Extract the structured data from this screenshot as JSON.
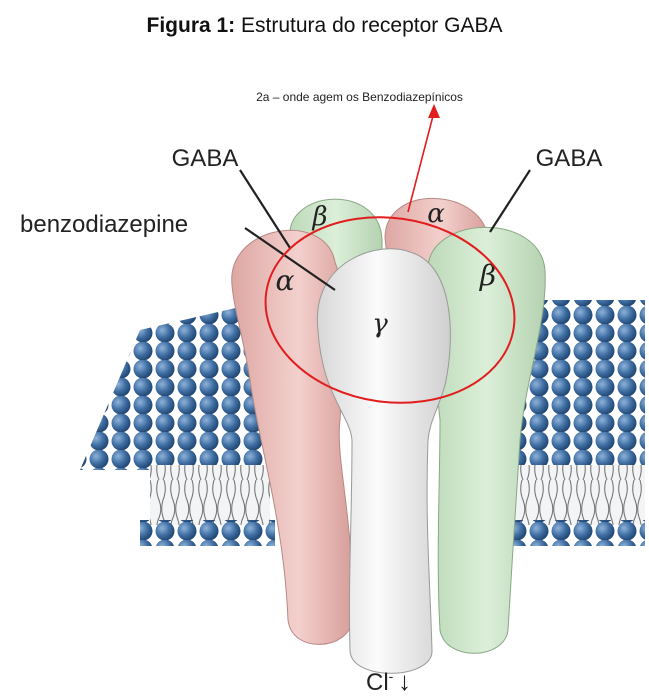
{
  "figure": {
    "caption_prefix": "Figura 1:",
    "caption_text": "Estrutura do receptor GABA",
    "annotation": "2a – onde agem os Benzodiazepínicos"
  },
  "labels": {
    "gaba_left": "GABA",
    "gaba_right": "GABA",
    "benzodiazepine": "benzodiazepine",
    "chloride": "Cl",
    "chloride_sup": "-",
    "chloride_arrow": "↓"
  },
  "subunits": {
    "alpha_left": "α",
    "beta_back": "β",
    "alpha_back": "α",
    "beta_right": "β",
    "gamma": "γ"
  },
  "colors": {
    "alpha_pink": "#efc6c3",
    "beta_green": "#cfe6cc",
    "gamma_white": "#efefef",
    "lipid_head": "#3f6ea3",
    "highlight_red": "#e11d1d"
  }
}
